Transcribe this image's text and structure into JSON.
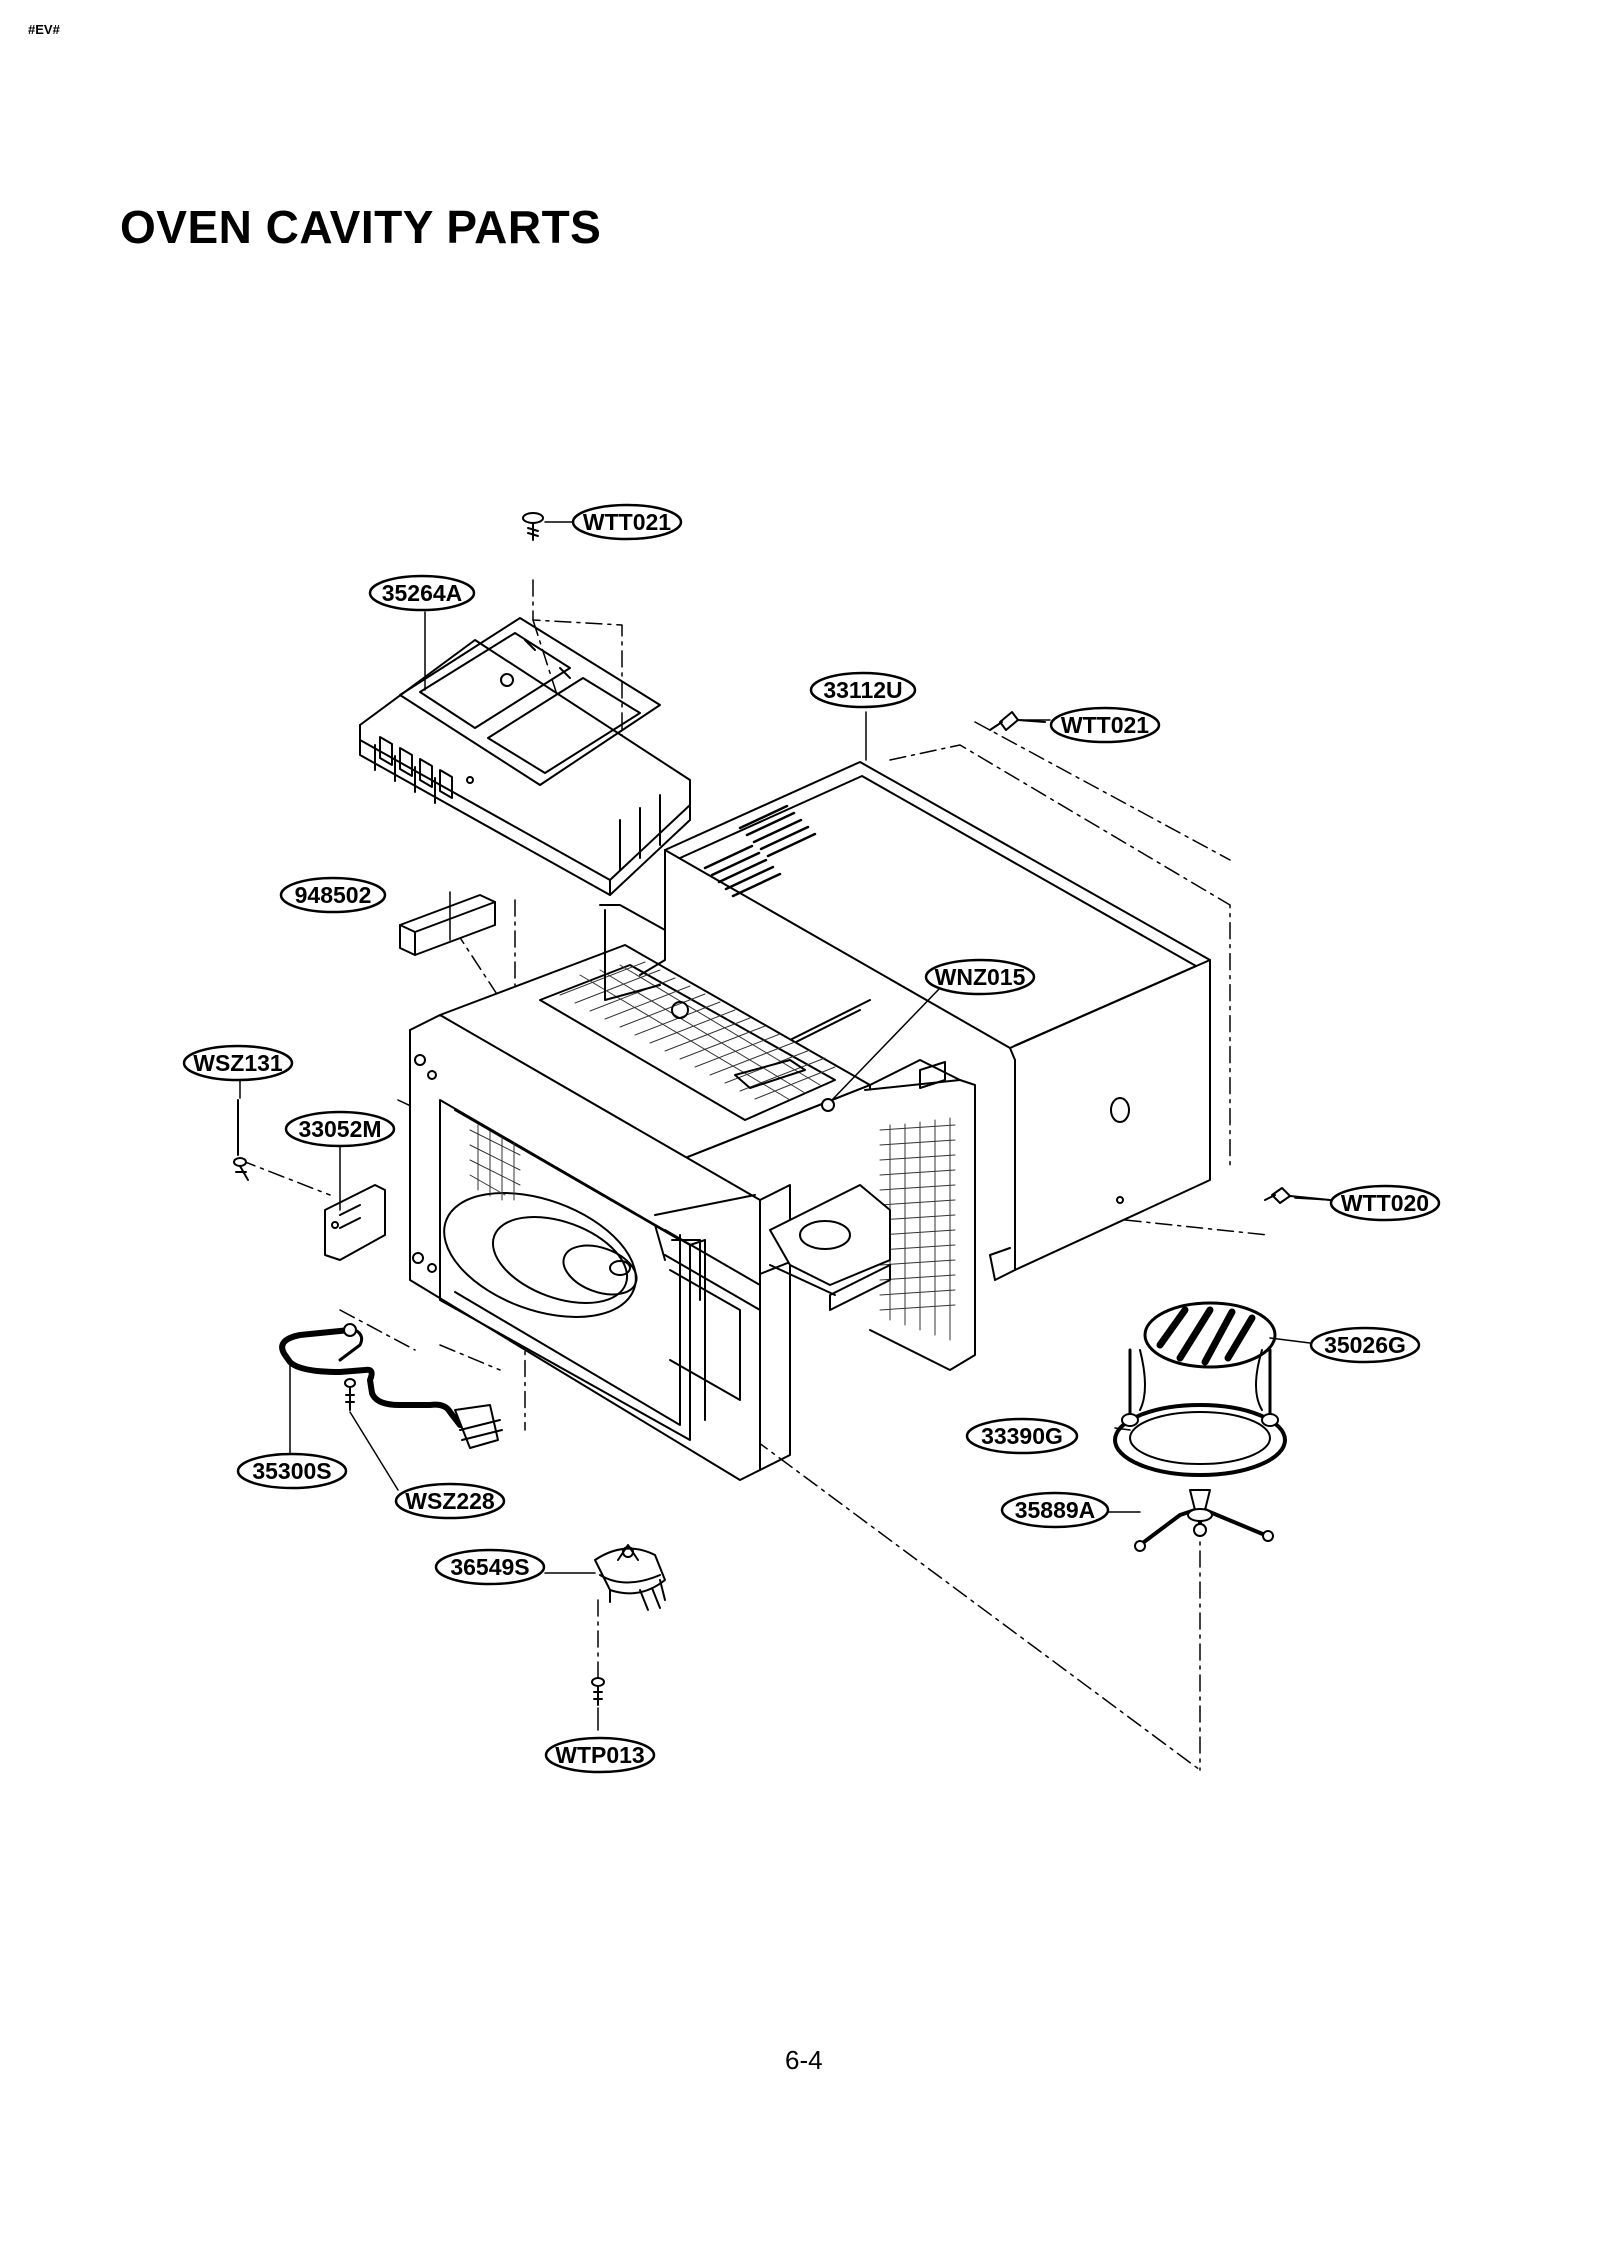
{
  "header": {
    "code": "#EV#"
  },
  "title": "OVEN CAVITY PARTS",
  "page_number": "6-4",
  "part_labels": {
    "wtt021_top": "WTT021",
    "p35264a": "35264A",
    "p33112u": "33112U",
    "wtt021_right": "WTT021",
    "p948502": "948502",
    "wnz015": "WNZ015",
    "wsz131": "WSZ131",
    "p33052m": "33052M",
    "wtt020": "WTT020",
    "p35026g": "35026G",
    "p33390g": "33390G",
    "p35300s": "35300S",
    "wsz228": "WSZ228",
    "p35889a": "35889A",
    "p36549s": "36549S",
    "wtp013": "WTP013"
  }
}
